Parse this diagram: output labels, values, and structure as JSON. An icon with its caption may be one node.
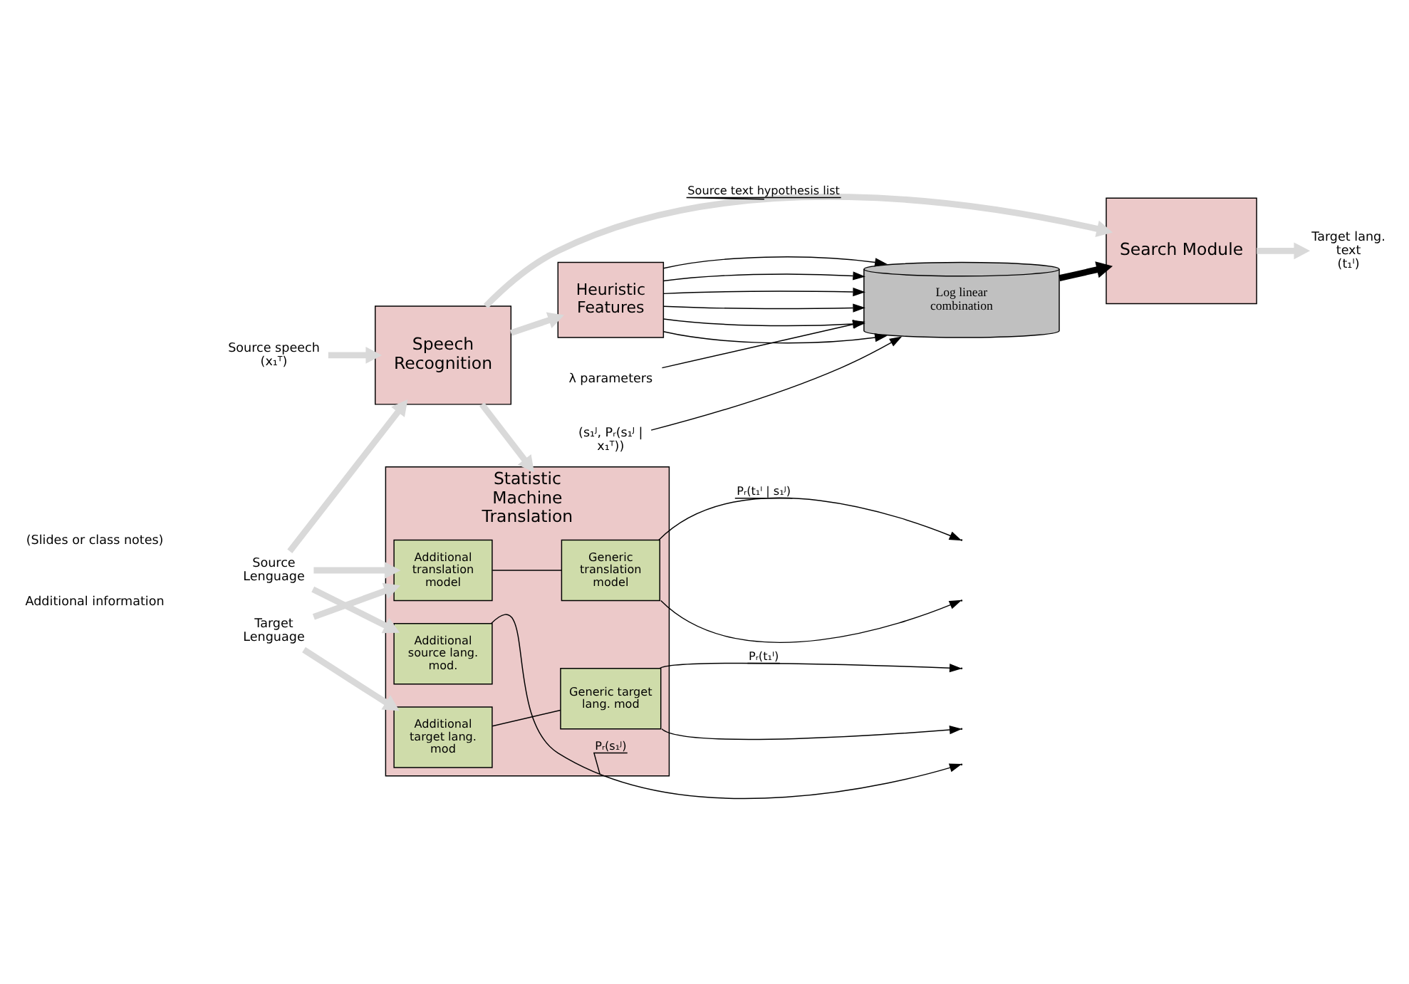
{
  "diagram": {
    "nodes": [
      {
        "text": [
          "Source speech",
          "(x₁ᵀ)"
        ]
      },
      {
        "text": [
          "Speech Recognition"
        ]
      },
      {
        "text": [
          "Search Module"
        ]
      },
      {
        "text": [
          "Target lang. text",
          "(t₁ᴵ)"
        ]
      },
      {
        "text": [
          "Heuristic Features"
        ]
      },
      {
        "text": [
          "Log linear combination"
        ]
      },
      {
        "text": [
          "λ parameters"
        ]
      },
      {
        "text": [
          "Statistic Machine Translation"
        ]
      },
      {
        "text": [
          "Generic translation model"
        ],
        "in": 7
      },
      {
        "text": [
          "Generic target lang. mod"
        ],
        "in": 7
      },
      {
        "text": [
          "Additional source lang. mod."
        ],
        "in": 7
      },
      {
        "text": [
          "Additional translation model"
        ],
        "in": 7
      },
      {
        "text": [
          "Additional target lang. mod"
        ],
        "in": 7
      },
      {
        "text": [
          "Source Lenguage"
        ]
      },
      {
        "text": [
          "Target Lenguage"
        ]
      },
      {
        "text": [
          "(s₁ᴶ, Pᵣ(s₁ᴶ | x₁ᵀ))"
        ]
      }
    ],
    "edges": [
      {
        "from": 0,
        "to": 1,
        "arrow": "to",
        "style": "thick",
        "color": "#d9d9d9"
      },
      {
        "from": 1,
        "to": 2,
        "arrow": "to",
        "label": "Source text hypothesis list",
        "style": "thick",
        "color": "#d9d9d9"
      },
      {
        "from": 2,
        "to": 3,
        "arrow": "to",
        "style": "thick",
        "color": "#d9d9d9"
      },
      {
        "from": 1,
        "to": 4,
        "arrow": "to",
        "style": "thick",
        "color": "#d9d9d9"
      },
      {
        "from": 1,
        "to": 7,
        "arrow": "to",
        "style": "thick",
        "color": "#d9d9d9"
      },
      {
        "from": 5,
        "to": 2,
        "arrow": "to",
        "style": "thick"
      },
      {
        "from": 6,
        "to": 5,
        "arrow": "to"
      },
      {
        "from": 15,
        "to": 5,
        "arrow": "to"
      },
      {
        "from": 4,
        "to": 5,
        "arrow": "to"
      },
      {
        "from": 4,
        "to": 5,
        "arrow": "to"
      },
      {
        "from": 4,
        "to": 5,
        "arrow": "to"
      },
      {
        "from": 4,
        "to": 5,
        "arrow": "to"
      },
      {
        "from": 4,
        "to": 5,
        "arrow": "to"
      },
      {
        "from": 4,
        "to": 5,
        "arrow": "to"
      },
      {
        "from": 10,
        "to": null,
        "arrow": "to",
        "label": "Pᵣ(s₁ᴶ)"
      },
      {
        "from": 8,
        "to": null,
        "arrow": "to",
        "label": "Pᵣ(t₁ᴵ | s₁ᴶ)"
      },
      {
        "from": 8,
        "to": null,
        "arrow": "to"
      },
      {
        "from": 9,
        "to": null,
        "arrow": "to",
        "label": "Pᵣ(t₁ᴵ)"
      },
      {
        "from": 9,
        "to": null,
        "arrow": "to"
      },
      {
        "from": 11,
        "to": 8,
        "arrow": "none"
      },
      {
        "from": 12,
        "to": 9,
        "arrow": "none"
      },
      {
        "from": 13,
        "to": 1,
        "arrow": "to",
        "style": "thick",
        "color": "#d9d9d9"
      },
      {
        "from": 13,
        "to": 10,
        "arrow": "to",
        "style": "thick",
        "color": "#d9d9d9"
      },
      {
        "from": 13,
        "to": 11,
        "arrow": "to",
        "style": "thick",
        "color": "#d9d9d9"
      },
      {
        "from": 14,
        "to": 11,
        "arrow": "to",
        "style": "thick",
        "color": "#d9d9d9"
      },
      {
        "from": 14,
        "to": 12,
        "arrow": "to",
        "style": "thick",
        "color": "#d9d9d9"
      }
    ],
    "labels": [
      "Additional information",
      "(Slides or class notes)"
    ]
  }
}
